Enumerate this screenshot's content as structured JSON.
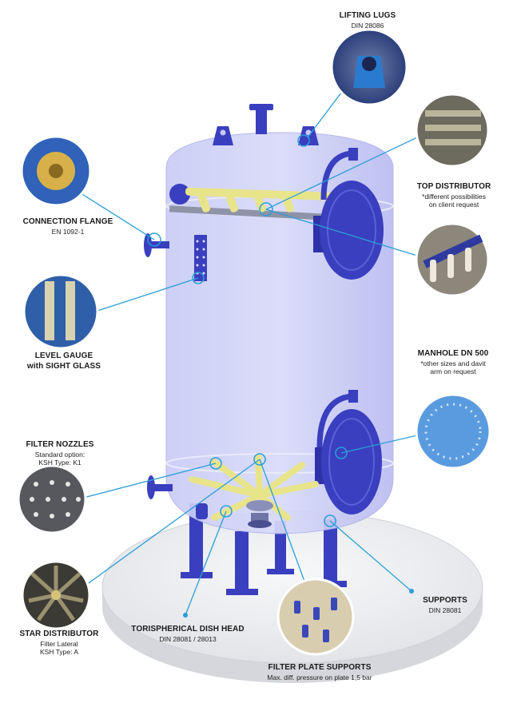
{
  "callouts": {
    "lifting_lugs": {
      "title": "LIFTING LUGS",
      "sub": "DIN 28086"
    },
    "top_distributor": {
      "title": "TOP DISTRIBUTOR",
      "sub1": "*different possibilities",
      "sub2": "on client request"
    },
    "connection_flange": {
      "title": "CONNECTION FLANGE",
      "sub": "EN 1092-1"
    },
    "level_gauge": {
      "title": "LEVEL GAUGE",
      "sub": "with SIGHT GLASS"
    },
    "manhole": {
      "title": "MANHOLE DN 500",
      "sub1": "*other sizes and davit",
      "sub2": "arm on request"
    },
    "filter_nozzles": {
      "title": "FILTER NOZZLES",
      "sub1": "Standard option:",
      "sub2": "KSH Type: K1"
    },
    "supports": {
      "title": "SUPPORTS",
      "sub": "DIN 28081"
    },
    "star_distributor": {
      "title": "STAR DISTRIBUTOR",
      "sub1": "Filter Lateral",
      "sub2": "KSH Type: A"
    },
    "dish_head": {
      "title": "TORISPHERICAL DISH HEAD",
      "sub": "DIN 28081 / 28013"
    },
    "filter_plate_supports": {
      "title": "FILTER PLATE SUPPORTS",
      "sub": "Max. diff. pressure on plate 1,5 bar"
    }
  },
  "colors": {
    "vessel": "#c6c8f5",
    "steel_blue": "#3a3fbf",
    "laterals": "#e8e48a",
    "base": "#e9ebee",
    "leader": "#2b9ed8"
  }
}
